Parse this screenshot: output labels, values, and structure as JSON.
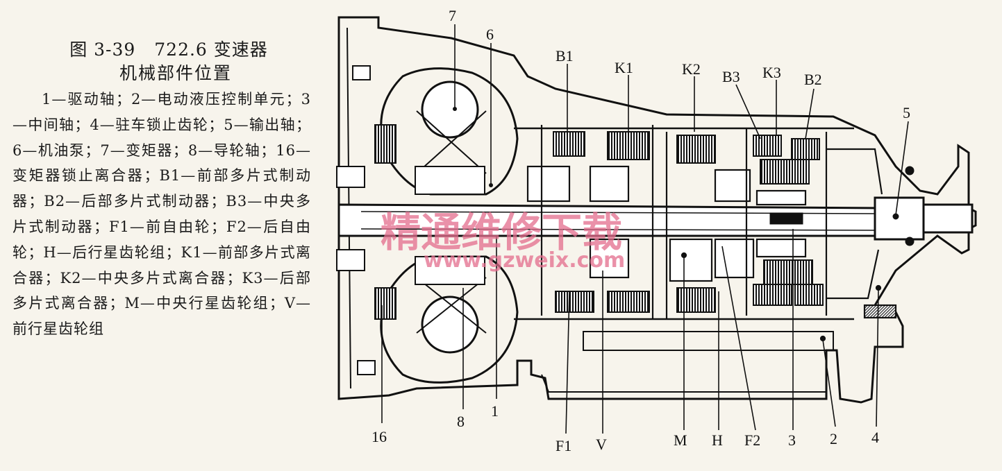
{
  "caption": {
    "figure_number": "图 3-39",
    "title": "722.6 变速器",
    "subtitle": "机械部件位置",
    "legend": "1—驱动轴；2—电动液压控制单元；3—中间轴；4—驻车锁止齿轮；5—输出轴；6—机油泵；7—变矩器；8—导轮轴；16—变矩器锁止离合器；B1—前部多片式制动器；B2—后部多片式制动器；B3—中央多片式制动器；F1—前自由轮；F2—后自由轮；H—后行星齿轮组；K1—前部多片式离合器；K2—中央多片式离合器；K3—后部多片式离合器；M—中央行星齿轮组；V—前行星齿轮组"
  },
  "labels": {
    "l7": "7",
    "l6": "6",
    "lB1": "B1",
    "lK1": "K1",
    "lK2": "K2",
    "lB3": "B3",
    "lK3": "K3",
    "lB2": "B2",
    "l5": "5",
    "l16": "16",
    "l8": "8",
    "l1": "1",
    "lF1": "F1",
    "lV": "V",
    "lM": "M",
    "lH": "H",
    "lF2": "F2",
    "l3": "3",
    "l2": "2",
    "l4": "4"
  },
  "watermark": {
    "text": "精通维修下载",
    "url": "www.gzweix.com"
  }
}
